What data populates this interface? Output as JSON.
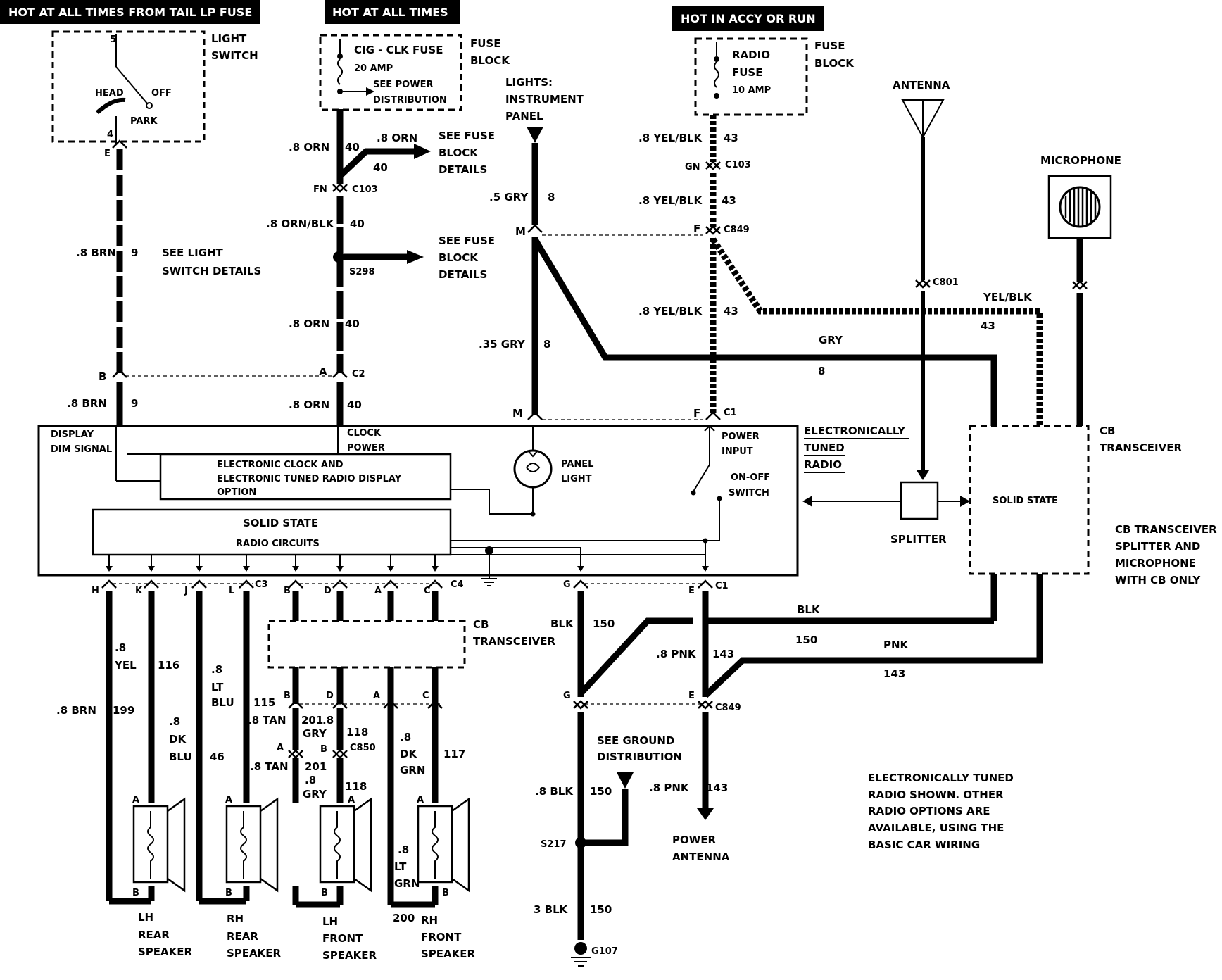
{
  "headers": {
    "tail_fuse": "HOT AT ALL TIMES FROM TAIL LP FUSE",
    "hot_all_times": "HOT AT ALL TIMES",
    "hot_accy_run": "HOT IN ACCY OR RUN"
  },
  "light_switch": {
    "label1": "LIGHT",
    "label2": "SWITCH",
    "pin_top": "5",
    "head": "HEAD",
    "off": "OFF",
    "park": "PARK",
    "pin_bot": "4",
    "term": "E"
  },
  "fuse_block_left": {
    "fuse1": "CIG - CLK FUSE",
    "fuse2": "20 AMP",
    "see1": "SEE POWER",
    "see2": "DISTRIBUTION",
    "lbl1": "FUSE",
    "lbl2": "BLOCK"
  },
  "fuse_block_right": {
    "fuse1": "RADIO",
    "fuse2": "FUSE",
    "fuse3": "10 AMP",
    "lbl1": "FUSE",
    "lbl2": "BLOCK"
  },
  "lights": {
    "l1": "LIGHTS:",
    "l2": "INSTRUMENT",
    "l3": "PANEL"
  },
  "antenna": "ANTENNA",
  "microphone": "MICROPHONE",
  "wires": {
    "brn_top": ".8 BRN",
    "brn_num": "9",
    "see_ls1": "SEE LIGHT",
    "see_ls2": "SWITCH DETAILS",
    "orn_a": ".8 ORN",
    "orn_a_n": "40",
    "orn_branch": ".8 ORN",
    "orn_branch_n": "40",
    "see_fb1": "SEE FUSE",
    "see_fb2": "BLOCK",
    "see_fb3": "DETAILS",
    "fn": "FN",
    "c103a": "C103",
    "ornblk": ".8 ORN/BLK",
    "ornblk_n": "40",
    "see_fb4": "SEE FUSE",
    "see_fb5": "BLOCK",
    "see_fb6": "DETAILS",
    "s298": "S298",
    "orn_b": ".8 ORN",
    "orn_b_n": "40",
    "a": "A",
    "c2": "C2",
    "orn_c": ".8 ORN",
    "orn_c_n": "40",
    "b": "B",
    "brn_b": ".8 BRN",
    "brn_b_n": "9",
    "gry5": ".5 GRY",
    "gry5_n": "8",
    "m1": "M",
    "gry35": ".35 GRY",
    "gry35_n": "8",
    "m2": "M",
    "yb1": ".8 YEL/BLK",
    "yb1_n": "43",
    "gn": "GN",
    "c103b": "C103",
    "yb2": ".8 YEL/BLK",
    "yb2_n": "43",
    "f1": "F",
    "c849a": "C849",
    "yb3": ".8 YEL/BLK",
    "yb3_n": "43",
    "f2": "F",
    "c1a": "C1",
    "c801": "C801",
    "yelblk": "YEL/BLK",
    "yelblk_n": "43",
    "gry": "GRY",
    "gry_n": "8"
  },
  "radio": {
    "display1": "DISPLAY",
    "display2": "DIM SIGNAL",
    "clock1": "CLOCK",
    "clock2": "POWER",
    "opt1": "ELECTRONIC CLOCK AND",
    "opt2": "ELECTRONIC TUNED RADIO DISPLAY",
    "opt3": "OPTION",
    "ss1": "SOLID STATE",
    "ss2": "RADIO CIRCUITS",
    "panel1": "PANEL",
    "panel2": "LIGHT",
    "power1": "POWER",
    "power2": "INPUT",
    "onoff1": "ON-OFF",
    "onoff2": "SWITCH",
    "etr1": "ELECTRONICALLY",
    "etr2": "TUNED",
    "etr3": "RADIO"
  },
  "cb": {
    "lbl1": "CB",
    "lbl2": "TRANSCEIVER",
    "ss": "SOLID STATE",
    "splitter": "SPLITTER",
    "note1": "CB TRANSCEIVER",
    "note2": "SPLITTER AND",
    "note3": "MICROPHONE",
    "note4": "WITH CB ONLY"
  },
  "bottom": {
    "h": "H",
    "k": "K",
    "j": "J",
    "l": "L",
    "c3": "C3",
    "b": "B",
    "d": "D",
    "a": "A",
    "c": "C",
    "c4": "C4",
    "g": "G",
    "e": "E",
    "c1b": "C1",
    "yel1": ".8",
    "yel2": "YEL",
    "yel_n": "116",
    "brn": ".8 BRN",
    "brn_n": "199",
    "dkblu1": ".8",
    "dkblu2": "DK",
    "dkblu3": "BLU",
    "dkblu_n": "46",
    "ltblu1": ".8",
    "ltblu2": "LT",
    "ltblu3": "BLU",
    "ltblu_n": "115",
    "cb1": "CB",
    "cb2": "TRANSCEIVER",
    "blk": "BLK",
    "blk_n": "150",
    "blk2": "BLK",
    "blk2_n": "150",
    "pnk": ".8 PNK",
    "pnk_n": "143",
    "pnk2": "PNK",
    "pnk2_n": "143",
    "b2": "B",
    "d2": "D",
    "a2": "A",
    "c2": "C",
    "tan1": ".8 TAN",
    "gry201": "201",
    "gry8a": ".8",
    "gry_a": "GRY",
    "n118a": "118",
    "a3": "A",
    "b3": "B",
    "c850": "C850",
    "tan2": ".8 TAN",
    "n201": "201",
    "gry8b": ".8",
    "gry_b": "GRY",
    "n118b": "118",
    "dkgrn1": ".8",
    "dkgrn2": "DK",
    "dkgrn3": "GRN",
    "dkgrn_n": "117",
    "ltgrn1": ".8",
    "ltgrn2": "LT",
    "ltgrn3": "GRN",
    "g2": "G",
    "e2": "E",
    "c849": "C849",
    "see_gd1": "SEE GROUND",
    "see_gd2": "DISTRIBUTION",
    "blk8": ".8 BLK",
    "blk8_n": "150",
    "pnk3": ".8 PNK",
    "pnk3_n": "143",
    "s217": "S217",
    "blk3": "3 BLK",
    "blk3_n": "150",
    "g107": "G107",
    "pa1": "POWER",
    "pa2": "ANTENNA",
    "n200": "200",
    "spk_a": "A",
    "spk_b": "B",
    "lhr1": "LH",
    "lhr2": "REAR",
    "lhr3": "SPEAKER",
    "rhr1": "RH",
    "rhr2": "REAR",
    "rhr3": "SPEAKER",
    "lhf1": "LH",
    "lhf2": "FRONT",
    "lhf3": "SPEAKER",
    "rhf1": "RH",
    "rhf2": "FRONT",
    "rhf3": "SPEAKER",
    "note1": "ELECTRONICALLY TUNED",
    "note2": "RADIO SHOWN. OTHER",
    "note3": "RADIO OPTIONS ARE",
    "note4": "AVAILABLE, USING THE",
    "note5": "BASIC CAR WIRING"
  }
}
